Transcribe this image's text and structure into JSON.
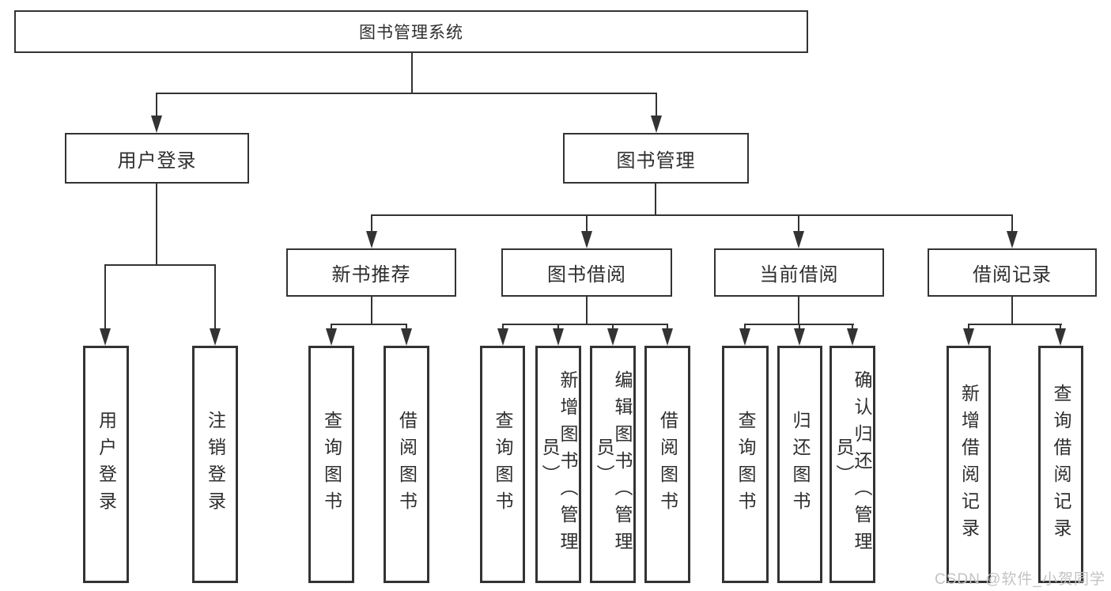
{
  "tree": {
    "root_label": "图书管理系统",
    "branches": [
      {
        "label": "用户登录",
        "children": [
          {
            "label": "用户登录"
          },
          {
            "label": "注销登录"
          }
        ]
      },
      {
        "label": "图书管理",
        "sections": [
          {
            "label": "新书推荐",
            "children": [
              {
                "label": "查询图书"
              },
              {
                "label": "借阅图书"
              }
            ]
          },
          {
            "label": "图书借阅",
            "children": [
              {
                "label": "查询图书"
              },
              {
                "label": "新增图书（管理员）"
              },
              {
                "label": "编辑图书（管理员）"
              },
              {
                "label": "借阅图书"
              }
            ]
          },
          {
            "label": "当前借阅",
            "children": [
              {
                "label": "查询图书"
              },
              {
                "label": "归还图书"
              },
              {
                "label": "确认归还（管理员）"
              }
            ]
          },
          {
            "label": "借阅记录",
            "children": [
              {
                "label": "新增借阅记录"
              },
              {
                "label": "查询借阅记录"
              }
            ]
          }
        ]
      }
    ]
  },
  "watermark": {
    "text": "CSDN @软件_小贺同学"
  },
  "colors": {
    "line": "#333333",
    "text": "#2e2e2e",
    "background": "#ffffff",
    "watermark": "#c3c3c3"
  }
}
